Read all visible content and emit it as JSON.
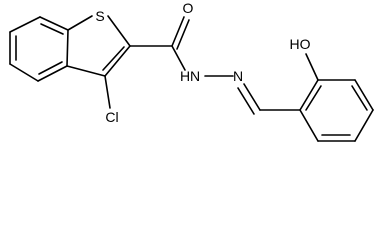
{
  "atoms": {
    "S": "S",
    "O": "O",
    "N1": "N",
    "H": "H",
    "N2": "N",
    "Cl": "Cl",
    "OH": "HO"
  }
}
